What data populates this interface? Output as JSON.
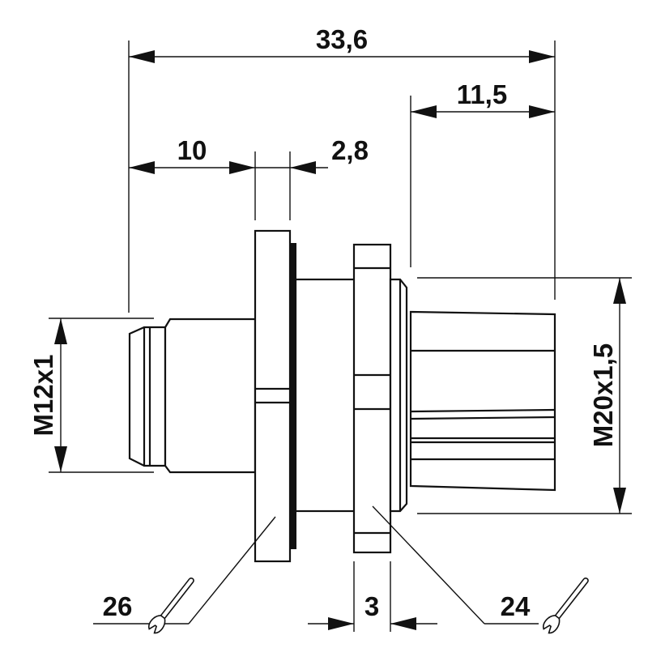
{
  "dimensions": {
    "overall_length": "33,6",
    "rear_length": "11,5",
    "front_length": "10",
    "flange_thickness": "2,8",
    "nut_width": "3",
    "front_thread": "M12x1",
    "rear_thread": "M20x1,5"
  },
  "wrench_sizes": {
    "flange": "26",
    "nut": "24"
  },
  "colors": {
    "line": "#111111",
    "background": "#ffffff"
  },
  "icons": {
    "wrench": "open-end-wrench-icon"
  }
}
